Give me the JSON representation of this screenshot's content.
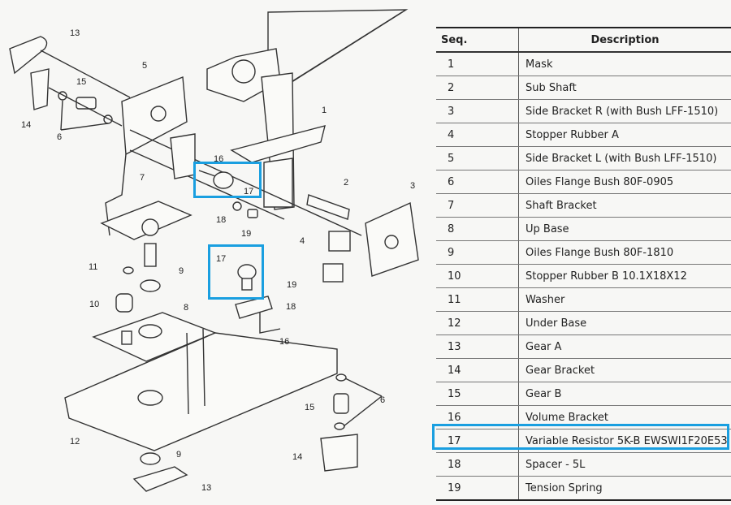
{
  "diagram": {
    "callouts": [
      "13",
      "5",
      "15",
      "14",
      "6",
      "16",
      "17",
      "7",
      "1",
      "2",
      "3",
      "4",
      "18",
      "19",
      "17",
      "19",
      "11",
      "9",
      "10",
      "8",
      "18",
      "16",
      "6",
      "15",
      "14",
      "12",
      "9",
      "13"
    ],
    "highlight_color": "#1a9fe0"
  },
  "table": {
    "headers": {
      "seq": "Seq.",
      "description": "Description"
    },
    "rows": [
      {
        "seq": "1",
        "description": "Mask"
      },
      {
        "seq": "2",
        "description": "Sub Shaft"
      },
      {
        "seq": "3",
        "description": "Side Bracket R (with Bush LFF-1510)"
      },
      {
        "seq": "4",
        "description": "Stopper Rubber A"
      },
      {
        "seq": "5",
        "description": "Side Bracket L (with Bush LFF-1510)"
      },
      {
        "seq": "6",
        "description": "Oiles Flange Bush  80F-0905"
      },
      {
        "seq": "7",
        "description": "Shaft Bracket"
      },
      {
        "seq": "8",
        "description": "Up Base"
      },
      {
        "seq": "9",
        "description": "Oiles Flange Bush  80F-1810"
      },
      {
        "seq": "10",
        "description": "Stopper Rubber B  10.1X18X12"
      },
      {
        "seq": "11",
        "description": "Washer"
      },
      {
        "seq": "12",
        "description": "Under Base"
      },
      {
        "seq": "13",
        "description": "Gear A"
      },
      {
        "seq": "14",
        "description": "Gear Bracket"
      },
      {
        "seq": "15",
        "description": "Gear B"
      },
      {
        "seq": "16",
        "description": "Volume Bracket"
      },
      {
        "seq": "17",
        "description": "Variable Resistor  5K-B EWSWI1F20E53"
      },
      {
        "seq": "18",
        "description": "Spacer - 5L"
      },
      {
        "seq": "19",
        "description": "Tension Spring"
      }
    ],
    "highlighted_seq": "17"
  }
}
